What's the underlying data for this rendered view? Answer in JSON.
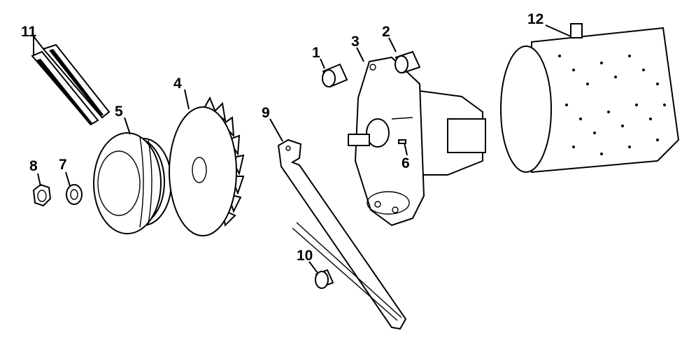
{
  "diagram": {
    "parts": [
      {
        "id": "p1",
        "number": "1",
        "name": "spacer bushing"
      },
      {
        "id": "p2",
        "number": "2",
        "name": "spacer bushing"
      },
      {
        "id": "p3",
        "number": "3",
        "name": "alternator assembly"
      },
      {
        "id": "p4",
        "number": "4",
        "name": "cooling fan"
      },
      {
        "id": "p5",
        "number": "5",
        "name": "drive pulley"
      },
      {
        "id": "p6",
        "number": "6",
        "name": "woodruff key"
      },
      {
        "id": "p7",
        "number": "7",
        "name": "lock washer"
      },
      {
        "id": "p8",
        "number": "8",
        "name": "hex nut"
      },
      {
        "id": "p9",
        "number": "9",
        "name": "adjusting bracket"
      },
      {
        "id": "p10",
        "number": "10",
        "name": "spacer"
      },
      {
        "id": "p11",
        "number": "11",
        "name": "drive belts"
      },
      {
        "id": "p12",
        "number": "12",
        "name": "perforated cover"
      }
    ]
  }
}
